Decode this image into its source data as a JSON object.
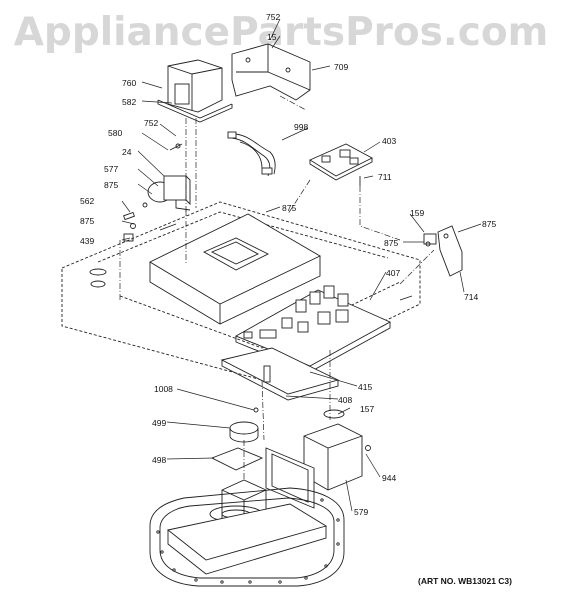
{
  "watermark": "AppliancePartsPros.com",
  "art_number": "(ART NO. WB13021 C3)",
  "callouts": {
    "c752a": "752",
    "c15": "15",
    "c709": "709",
    "c760": "760",
    "c582": "582",
    "c752b": "752",
    "c998": "998",
    "c580": "580",
    "c403": "403",
    "c24": "24",
    "c577": "577",
    "c711": "711",
    "c875a": "875",
    "c562": "562",
    "c875b": "875",
    "c875c": "875",
    "c439": "439",
    "c159": "159",
    "c875d": "875",
    "c875e": "875",
    "c407": "407",
    "c714": "714",
    "c415": "415",
    "c408": "408",
    "c1008": "1008",
    "c157": "157",
    "c499": "499",
    "c498": "498",
    "c944": "944",
    "c579": "579"
  }
}
